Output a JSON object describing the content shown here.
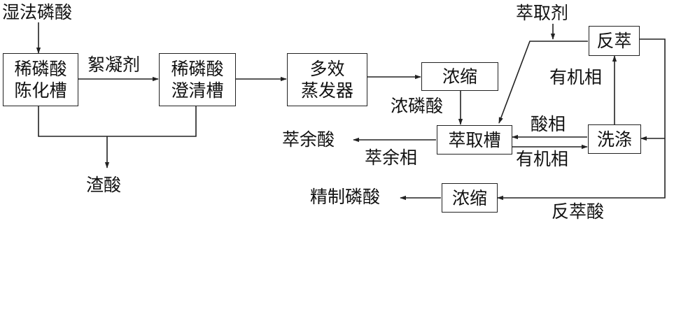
{
  "diagram": {
    "line_color": "#222222",
    "boxes": {
      "dilute_aging_tank": [
        "稀磷酸",
        "陈化槽"
      ],
      "dilute_clarifier": [
        "稀磷酸",
        "澄清槽"
      ],
      "multi_effect_evaporator": [
        "多效",
        "蒸发器"
      ],
      "concentrate_top": "浓缩",
      "extraction_tank": "萃取槽",
      "back_extraction": "反萃",
      "washing": "洗涤",
      "concentrate_bottom": "浓缩"
    },
    "labels": {
      "wet_process_acid": "湿法磷酸",
      "flocculant": "絮凝剂",
      "sludge_acid": "渣酸",
      "extractant": "萃取剂",
      "organic_phase_up": "有机相",
      "concentrated_acid": "浓磷酸",
      "acid_phase": "酸相",
      "raffinate_acid": "萃余酸",
      "raffinate_phase": "萃余相",
      "organic_phase_mid": "有机相",
      "refined_acid": "精制磷酸",
      "back_extracted_acid": "反萃酸"
    }
  }
}
